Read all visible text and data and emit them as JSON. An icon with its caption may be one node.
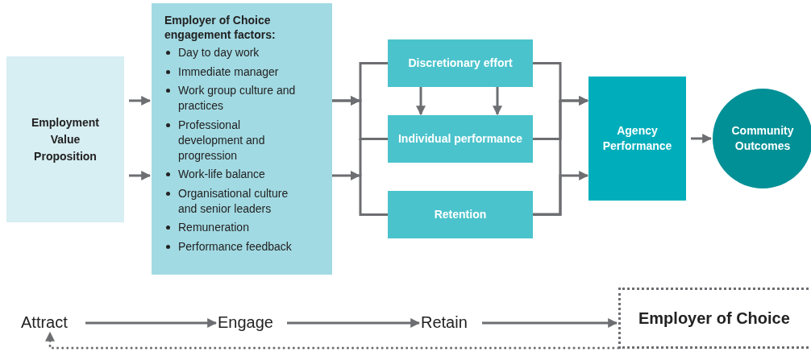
{
  "diagram": {
    "nodes": [
      {
        "text": [
          "Employment Value Proposition"
        ]
      },
      {
        "text": [
          "Employer of Choice engagement factors:",
          "Day to day work",
          "Immediate manager",
          "Work group culture and practices",
          "Professional development and progression",
          "Work-life balance",
          "Organisational culture and senior leaders",
          "Remuneration",
          "Performance feedback"
        ]
      },
      {
        "text": [
          "Discretionary effort"
        ]
      },
      {
        "text": [
          "Individual performance"
        ]
      },
      {
        "text": [
          "Retention"
        ]
      },
      {
        "text": [
          "Agency Performance"
        ]
      },
      {
        "text": [
          "Community Outcomes"
        ]
      },
      {
        "text": [
          "Attract"
        ]
      },
      {
        "text": [
          "Engage"
        ]
      },
      {
        "text": [
          "Retain"
        ]
      },
      {
        "text": [
          "Employer of Choice"
        ]
      }
    ],
    "edges": [
      {
        "from": 0,
        "to": 1,
        "arrow": "to"
      },
      {
        "from": 0,
        "to": 1,
        "arrow": "to"
      },
      {
        "from": 1,
        "to": 2,
        "arrow": "to"
      },
      {
        "from": 1,
        "to": 3,
        "arrow": "to"
      },
      {
        "from": 1,
        "to": 4,
        "arrow": "to"
      },
      {
        "from": 2,
        "to": 3,
        "arrow": "to"
      },
      {
        "from": 2,
        "to": 3,
        "arrow": "to"
      },
      {
        "from": 2,
        "to": 5,
        "arrow": "to"
      },
      {
        "from": 3,
        "to": 5,
        "arrow": "to"
      },
      {
        "from": 4,
        "to": 5,
        "arrow": "to"
      },
      {
        "from": 5,
        "to": 6,
        "arrow": "to"
      },
      {
        "from": 7,
        "to": 8,
        "arrow": "to"
      },
      {
        "from": 8,
        "to": 9,
        "arrow": "to"
      },
      {
        "from": 9,
        "to": 10,
        "arrow": "to"
      },
      {
        "from": 10,
        "to": 7,
        "arrow": "to",
        "style": "dashed"
      }
    ]
  }
}
